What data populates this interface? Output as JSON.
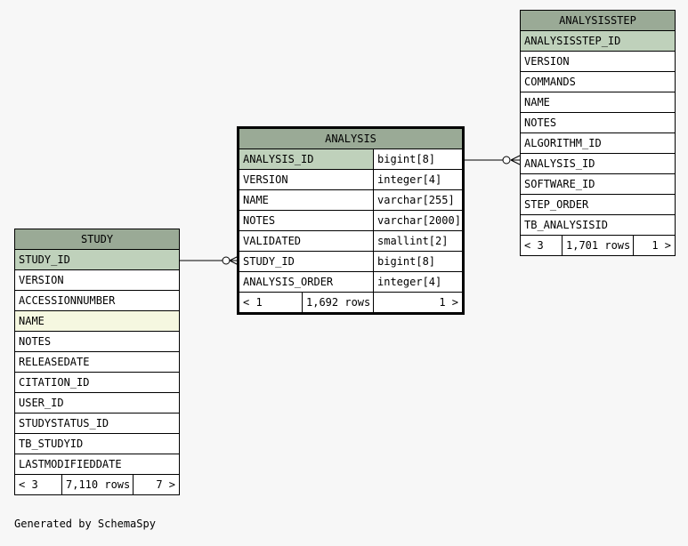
{
  "tables": {
    "study": {
      "title": "STUDY",
      "columns": [
        "STUDY_ID",
        "VERSION",
        "ACCESSIONNUMBER",
        "NAME",
        "NOTES",
        "RELEASEDATE",
        "CITATION_ID",
        "USER_ID",
        "STUDYSTATUS_ID",
        "TB_STUDYID",
        "LASTMODIFIEDDATE"
      ],
      "footer": {
        "left": "< 3",
        "rows": "7,110 rows",
        "right": "7 >"
      }
    },
    "analysis": {
      "title": "ANALYSIS",
      "columns": [
        {
          "name": "ANALYSIS_ID",
          "type": "bigint[8]"
        },
        {
          "name": "VERSION",
          "type": "integer[4]"
        },
        {
          "name": "NAME",
          "type": "varchar[255]"
        },
        {
          "name": "NOTES",
          "type": "varchar[2000]"
        },
        {
          "name": "VALIDATED",
          "type": "smallint[2]"
        },
        {
          "name": "STUDY_ID",
          "type": "bigint[8]"
        },
        {
          "name": "ANALYSIS_ORDER",
          "type": "integer[4]"
        }
      ],
      "footer": {
        "left": "< 1",
        "rows": "1,692 rows",
        "right": "1 >"
      }
    },
    "analysisstep": {
      "title": "ANALYSISSTEP",
      "columns": [
        "ANALYSISSTEP_ID",
        "VERSION",
        "COMMANDS",
        "NAME",
        "NOTES",
        "ALGORITHM_ID",
        "ANALYSIS_ID",
        "SOFTWARE_ID",
        "STEP_ORDER",
        "TB_ANALYSISID"
      ],
      "footer": {
        "left": "< 3",
        "rows": "1,701 rows",
        "right": "1 >"
      }
    }
  },
  "generated_by": "Generated by SchemaSpy"
}
